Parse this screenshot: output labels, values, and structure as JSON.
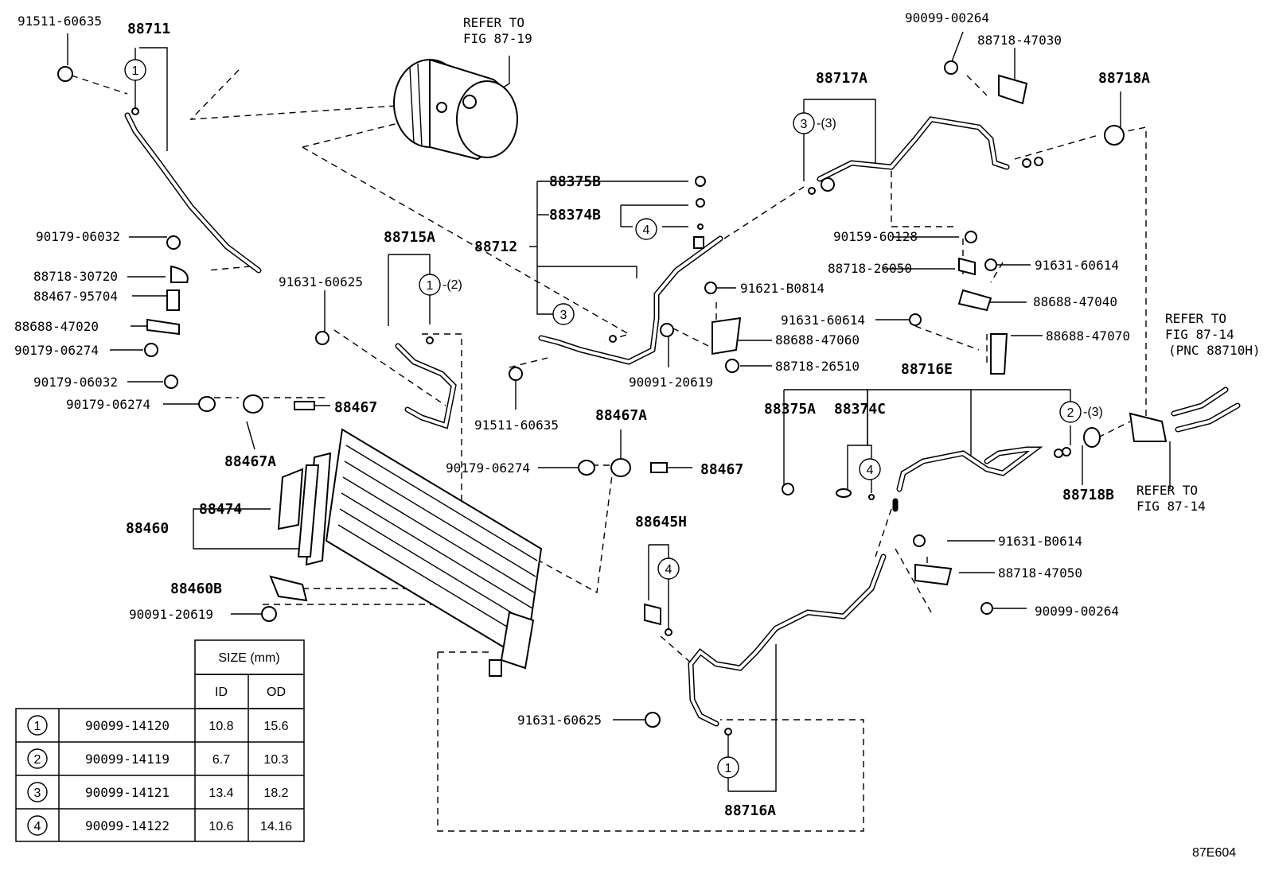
{
  "parts": {
    "p_91511_60635_top": "91511-60635",
    "p_88711": "88711",
    "p_refer_87_19_a": "REFER TO",
    "p_refer_87_19_b": "FIG 87-19",
    "p_90099_00264_top": "90099-00264",
    "p_88718_47030": "88718-47030",
    "p_88717A": "88717A",
    "p_88718A": "88718A",
    "p_88375B": "88375B",
    "p_88374B": "88374B",
    "p_88712": "88712",
    "p_90179_06032_a": "90179-06032",
    "p_88718_30720": "88718-30720",
    "p_88467_95704": "88467-95704",
    "p_88688_47020": "88688-47020",
    "p_90179_06274_a": "90179-06274",
    "p_90179_06032_b": "90179-06032",
    "p_90179_06274_b": "90179-06274",
    "p_88467_a": "88467",
    "p_88467A_a": "88467A",
    "p_88715A": "88715A",
    "p_91631_60625_a": "91631-60625",
    "p_90159_60128": "90159-60128",
    "p_88718_26050": "88718-26050",
    "p_91631_60614_a": "91631-60614",
    "p_88688_47040": "88688-47040",
    "p_91621_B0814": "91621-B0814",
    "p_91631_60614_b": "91631-60614",
    "p_88688_47060": "88688-47060",
    "p_88688_47070": "88688-47070",
    "p_refer_87_14_a": "REFER TO",
    "p_refer_87_14_b": "FIG 87-14",
    "p_refer_87_14_c": "(PNC 88710H)",
    "p_88718_26510": "88718-26510",
    "p_90091_20619_a": "90091-20619",
    "p_91511_60635_b": "91511-60635",
    "p_88716E": "88716E",
    "p_88375A": "88375A",
    "p_88374C": "88374C",
    "p_88467A_b": "88467A",
    "p_90179_06274_c": "90179-06274",
    "p_88467_b": "88467",
    "p_88718B": "88718B",
    "p_refer_87_14_d": "REFER TO",
    "p_refer_87_14_e": "FIG 87-14",
    "p_88474": "88474",
    "p_88460": "88460",
    "p_88645H": "88645H",
    "p_91631_B0614": "91631-B0614",
    "p_88718_47050": "88718-47050",
    "p_88460B": "88460B",
    "p_90099_00264_b": "90099-00264",
    "p_90091_20619_b": "90091-20619",
    "p_91631_60625_b": "91631-60625",
    "p_88716A": "88716A",
    "figure_code": "87E604"
  },
  "circle_refs": {
    "one": "1",
    "two": "2",
    "three": "3",
    "four": "4",
    "suffix_2": "-(2)",
    "suffix_3": "-(3)"
  },
  "size_table": {
    "header": "SIZE (mm)",
    "col_id": "ID",
    "col_od": "OD",
    "rows": [
      {
        "ref": "1",
        "part": "90099-14120",
        "id": "10.8",
        "od": "15.6"
      },
      {
        "ref": "2",
        "part": "90099-14119",
        "id": "6.7",
        "od": "10.3"
      },
      {
        "ref": "3",
        "part": "90099-14121",
        "id": "13.4",
        "od": "18.2"
      },
      {
        "ref": "4",
        "part": "90099-14122",
        "id": "10.6",
        "od": "14.16"
      }
    ]
  }
}
